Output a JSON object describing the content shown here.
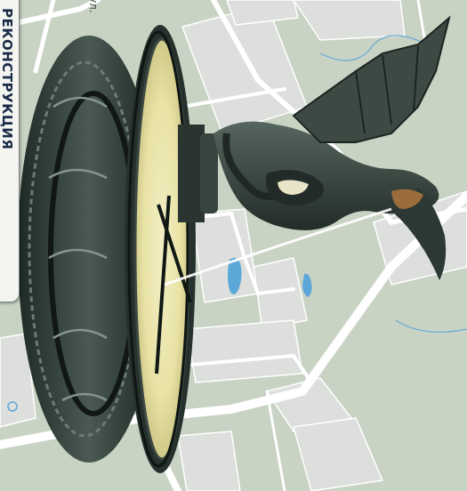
{
  "map": {
    "street_label": "ул.",
    "side_panel_text": "РЕКОНСТРУКЦИЯ",
    "colors": {
      "land": "#c8d3c4",
      "block": "#dcdfdb",
      "road": "#ffffff",
      "water": "#5ba7d8",
      "stream": "#6aa9d4",
      "illustration_dark": "#2c3833",
      "plate": "#ece7b0"
    },
    "icons": [
      "dragon-sculpture-illustration",
      "decorative-plate-illustration",
      "map-pin-icon"
    ]
  }
}
